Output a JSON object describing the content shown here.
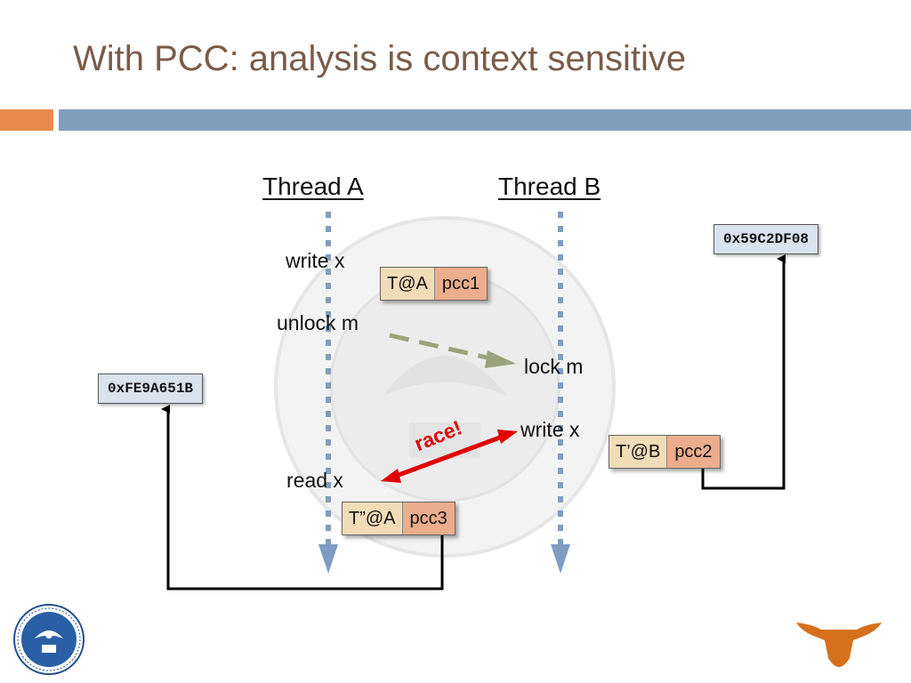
{
  "slide": {
    "title": "With PCC: analysis is context sensitive"
  },
  "threads": {
    "a_label": "Thread A",
    "b_label": "Thread B"
  },
  "operations": {
    "a_write": "write x",
    "a_unlock": "unlock m",
    "a_read": "read x",
    "b_lock": "lock m",
    "b_write": "write x"
  },
  "tags": {
    "tag1": {
      "thread": "T@A",
      "pcc": "pcc1"
    },
    "tag2": {
      "thread": "T’@B",
      "pcc": "pcc2"
    },
    "tag3": {
      "thread": "T”@A",
      "pcc": "pcc3"
    }
  },
  "addresses": {
    "left": "0xFE9A651B",
    "right": "0x59C2DF08"
  },
  "annotation": {
    "race": "race!"
  },
  "colors": {
    "title": "#7a5c4a",
    "accent_orange": "#e98a4d",
    "accent_blue": "#809fbb",
    "thread_line": "#7f9dc0",
    "sync_arrow": "#9aa37a",
    "race_red": "#e00000",
    "tag_thread_bg": "#f2dcb8",
    "tag_pcc_bg": "#ebad8c",
    "addr_bg": "#d9e3ee"
  },
  "icons": {
    "left_logo": "tufts-seal-icon",
    "right_logo": "longhorn-icon",
    "background": "tufts-seal-watermark"
  }
}
